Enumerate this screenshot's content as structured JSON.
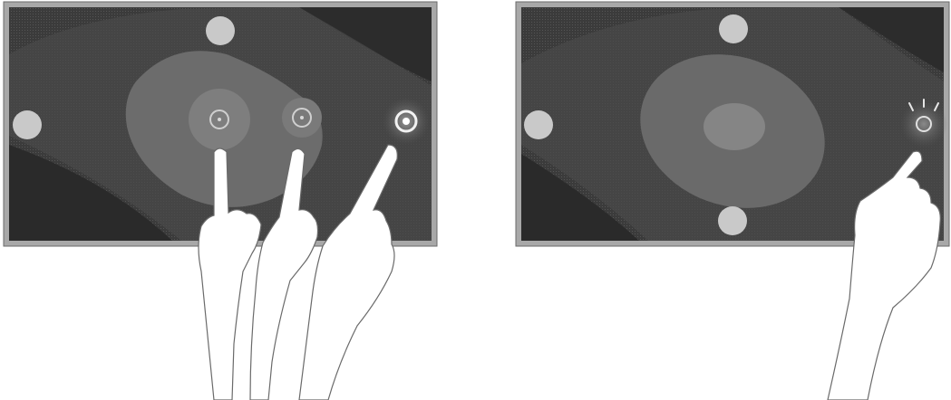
{
  "figures": [
    {
      "id": "left",
      "interaction": "drag",
      "pointers": [
        "touch-point",
        "touch-point",
        "touch-point"
      ]
    },
    {
      "id": "right",
      "interaction": "tap",
      "pointers": [
        "touch-point"
      ]
    }
  ],
  "icons": [
    "hand-icon",
    "touch-point-icon",
    "edge-button-icon",
    "tap-burst-icon"
  ],
  "colors": {
    "screen_dark": "#3a3a3a",
    "screen_mid": "#565656",
    "blob_light": "#707070",
    "blob_highlight": "#8a8a8a",
    "edge_button": "#c8c8c8",
    "frame": "#9a9a9a",
    "hand_fill": "#ffffff",
    "hand_stroke": "#6a6a6a"
  }
}
